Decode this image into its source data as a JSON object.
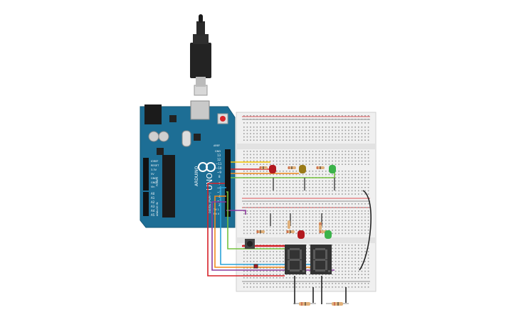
{
  "arduino": {
    "brand": "ARDUINO",
    "model": "UNO",
    "aref": "AREF",
    "gnd": "GND",
    "digital_pins": [
      "13",
      "12",
      "~11",
      "~10",
      "~9",
      "8",
      "7",
      "~6",
      "~5",
      "4",
      "~3",
      "2",
      "TX 1",
      "RX 0"
    ],
    "power_pins": [
      "IOREF",
      "RESET",
      "3.3V",
      "5V",
      "GND",
      "GND",
      "Vin"
    ],
    "analog_pins": [
      "A0",
      "A1",
      "A2",
      "A3",
      "A4",
      "A5"
    ],
    "digital_label": "DIGITAL (PWM~)",
    "power_label": "POWER",
    "analog_label": "ANALOG IN"
  },
  "colors": {
    "board": "#1d6e95",
    "board_dark": "#155877",
    "breadboard": "#f0f0f0",
    "wire_red": "#d62027",
    "wire_yellow": "#f5c400",
    "wire_green": "#74c23e",
    "wire_orange": "#f08a1c",
    "wire_blue": "#2aa3d8",
    "wire_purple": "#8b3a9c",
    "wire_black": "#222222",
    "led_red": "#b3191f",
    "led_yellow": "#9a7b18",
    "led_green": "#3bb34a",
    "segment_display": "#333333"
  },
  "icons": {
    "usb": "usb-cable-icon",
    "reset": "reset-button-icon",
    "pushbutton": "pushbutton-icon"
  }
}
